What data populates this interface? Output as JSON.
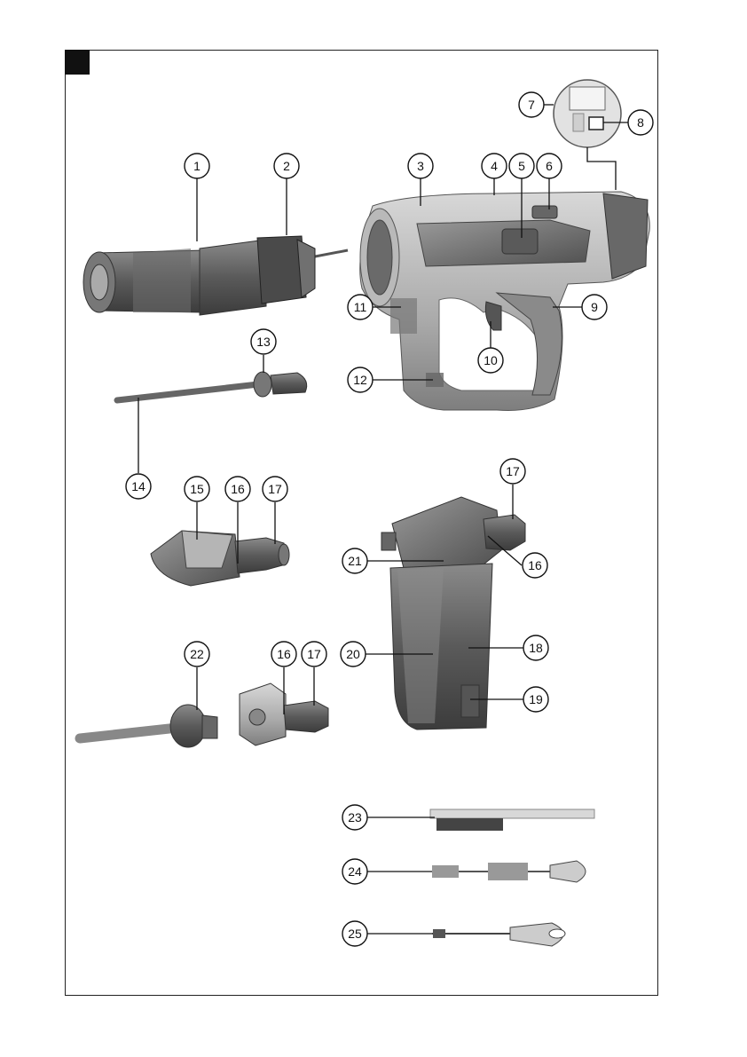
{
  "figure": {
    "callouts": [
      {
        "id": "1",
        "label": "1"
      },
      {
        "id": "2",
        "label": "2"
      },
      {
        "id": "3",
        "label": "3"
      },
      {
        "id": "4",
        "label": "4"
      },
      {
        "id": "5",
        "label": "5"
      },
      {
        "id": "6",
        "label": "6"
      },
      {
        "id": "7",
        "label": "7"
      },
      {
        "id": "8",
        "label": "8"
      },
      {
        "id": "9",
        "label": "9"
      },
      {
        "id": "10",
        "label": "10"
      },
      {
        "id": "11",
        "label": "11"
      },
      {
        "id": "12",
        "label": "12"
      },
      {
        "id": "13",
        "label": "13"
      },
      {
        "id": "14",
        "label": "14"
      },
      {
        "id": "15",
        "label": "15"
      },
      {
        "id": "16a",
        "label": "16"
      },
      {
        "id": "17a",
        "label": "17"
      },
      {
        "id": "17b",
        "label": "17"
      },
      {
        "id": "16b",
        "label": "16"
      },
      {
        "id": "21",
        "label": "21"
      },
      {
        "id": "20",
        "label": "20"
      },
      {
        "id": "18",
        "label": "18"
      },
      {
        "id": "19",
        "label": "19"
      },
      {
        "id": "22",
        "label": "22"
      },
      {
        "id": "16c",
        "label": "16"
      },
      {
        "id": "17c",
        "label": "17"
      },
      {
        "id": "23",
        "label": "23"
      },
      {
        "id": "24",
        "label": "24"
      },
      {
        "id": "25",
        "label": "25"
      }
    ]
  }
}
